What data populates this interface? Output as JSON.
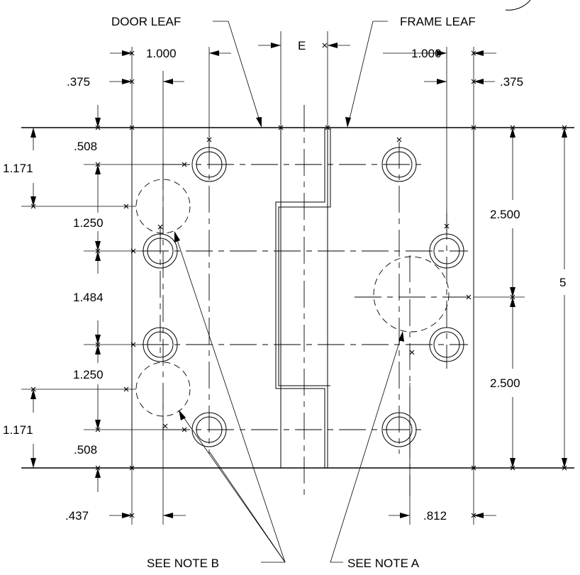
{
  "labels": {
    "door_leaf": "DOOR LEAF",
    "frame_leaf": "FRAME LEAF",
    "e": "E",
    "see_note_a": "SEE NOTE A",
    "see_note_b": "SEE NOTE B"
  },
  "dimensions": {
    "top_left_1000": "1.000",
    "top_right_1000": "1.000",
    "left_375": ".375",
    "right_375": ".375",
    "left_508_top": ".508",
    "left_1171_top": "1.171",
    "left_1250_top": "1.250",
    "left_1484": "1.484",
    "left_1250_bottom": "1.250",
    "left_1171_bottom": "1.171",
    "left_508_bottom": ".508",
    "bottom_437": ".437",
    "bottom_812": ".812",
    "right_2500_top": "2.500",
    "right_2500_bottom": "2.500",
    "overall_5": "5"
  }
}
